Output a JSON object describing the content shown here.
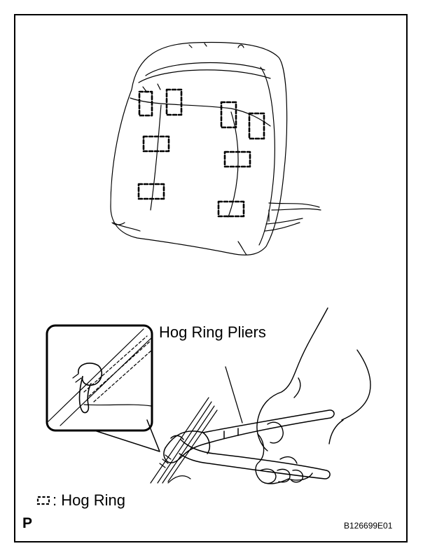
{
  "labels": {
    "pliers": "Hog Ring Pliers",
    "legend_text": ": Hog Ring",
    "view_letter": "P",
    "figure_code": "B126699E01"
  },
  "icons": {
    "hog_ring_marker": "dashed-bracket-icon"
  },
  "colors": {
    "line": "#000000",
    "background": "#ffffff"
  }
}
